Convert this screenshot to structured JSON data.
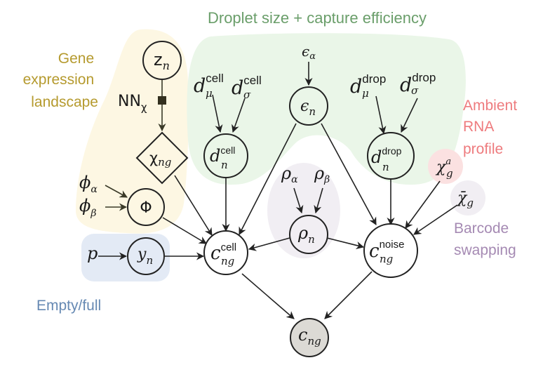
{
  "groups": {
    "gene_expression": {
      "label_lines": [
        "Gene",
        "expression",
        "landscape"
      ],
      "color": "#b59a2e",
      "fill": "#fdf7e3"
    },
    "droplet": {
      "label": "Droplet size + capture efficiency",
      "color": "#6a9e6a",
      "fill": "#eaf6e8"
    },
    "ambient": {
      "label_lines": [
        "Ambient",
        "RNA",
        "profile"
      ],
      "color": "#ee7b7e",
      "fill": "#fbe1e1"
    },
    "barcode": {
      "label_lines": [
        "Barcode",
        "swapping"
      ],
      "color": "#a58ab3",
      "fill": "#f1eef3"
    },
    "empty_full": {
      "label": "Empty/full",
      "color": "#6689b3",
      "fill": "#e3eaf5"
    },
    "rho": {
      "fill": "#f1eef3"
    }
  },
  "nodes": {
    "z_n": {
      "main": "z",
      "sub": "n"
    },
    "nn": {
      "main": "NN",
      "sub": "χ"
    },
    "chi_ng": {
      "main": "χ",
      "sub": "ng"
    },
    "phi_alpha": {
      "main": "ϕ",
      "sub": "α"
    },
    "phi_beta": {
      "main": "ϕ",
      "sub": "β"
    },
    "Phi": {
      "main": "Φ"
    },
    "p": {
      "main": "p"
    },
    "y_n": {
      "main": "y",
      "sub": "n"
    },
    "d_mu_cell": {
      "main": "d",
      "sub": "μ",
      "sup": "cell"
    },
    "d_sigma_cell": {
      "main": "d",
      "sub": "σ",
      "sup": "cell"
    },
    "d_n_cell": {
      "main": "d",
      "sub": "n",
      "sup": "cell"
    },
    "eps_alpha": {
      "main": "ϵ",
      "sub": "α"
    },
    "eps_n": {
      "main": "ϵ",
      "sub": "n"
    },
    "d_mu_drop": {
      "main": "d",
      "sub": "μ",
      "sup": "drop"
    },
    "d_sigma_drop": {
      "main": "d",
      "sub": "σ",
      "sup": "drop"
    },
    "d_n_drop": {
      "main": "d",
      "sub": "n",
      "sup": "drop"
    },
    "rho_alpha": {
      "main": "ρ",
      "sub": "α"
    },
    "rho_beta": {
      "main": "ρ",
      "sub": "β"
    },
    "rho_n": {
      "main": "ρ",
      "sub": "n"
    },
    "chi_a_g": {
      "main": "χ",
      "sub": "g",
      "sup": "a"
    },
    "chi_bar_g": {
      "main": "χ̄",
      "sub": "g"
    },
    "c_cell": {
      "main": "c",
      "sub": "ng",
      "sup": "cell"
    },
    "c_noise": {
      "main": "c",
      "sub": "ng",
      "sup": "noise"
    },
    "c_ng": {
      "main": "c",
      "sub": "ng",
      "fill": "#dcdad5"
    }
  }
}
